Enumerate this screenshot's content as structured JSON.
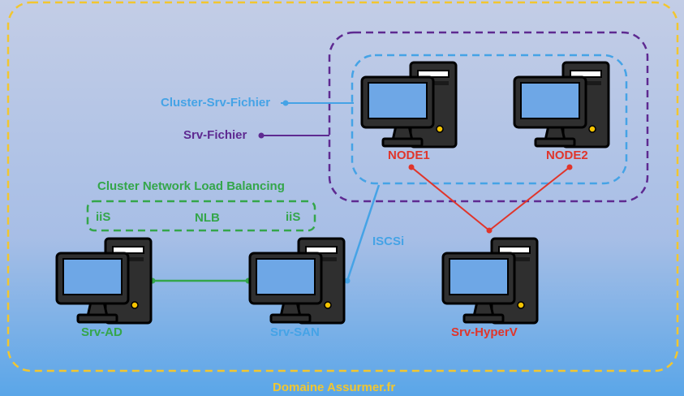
{
  "colors": {
    "bg_top": "#c3cde6",
    "bg_bottom": "#5aa6e8",
    "domain": "#f2c62f",
    "cluster_fichier": "#45a3e6",
    "srv_fichier": "#5e2a91",
    "nlb": "#34a64a",
    "node": "#e0352b",
    "iscsi": "#45a3e6"
  },
  "labels": {
    "domain": "Domaine Assurmer.fr",
    "cluster_srv_fichier": "Cluster-Srv-Fichier",
    "srv_fichier": "Srv-Fichier",
    "nlb_title": "Cluster Network Load Balancing",
    "nlb_left": "iiS",
    "nlb_center": "NLB",
    "nlb_right": "iiS",
    "iscsi": "ISCSi",
    "node1": "NODE1",
    "node2": "NODE2",
    "srv_ad": "Srv-AD",
    "srv_san": "Srv-SAN",
    "srv_hyperv": "Srv-HyperV"
  }
}
